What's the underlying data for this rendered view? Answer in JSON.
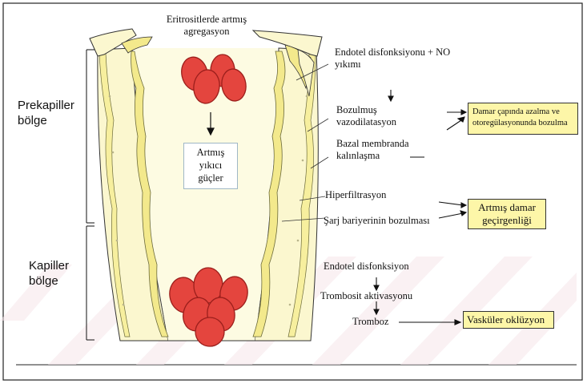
{
  "title": "Eritrositlerde artmış agregasyon",
  "title_lines": [
    "Eritrositlerde artmış",
    "agregasyon"
  ],
  "regions": {
    "prekapiller": [
      "Prekapiller",
      "bölge"
    ],
    "kapiller": [
      "Kapiller",
      "bölge"
    ]
  },
  "center_box": [
    "Artmış",
    "yıkıcı",
    "güçler"
  ],
  "labels": {
    "endotel_no": [
      "Endotel disfonksiyonu + NO",
      "yıkımı"
    ],
    "bozulmus": [
      "Bozulmuş",
      "vazodilatasyon"
    ],
    "bazal": [
      "Bazal membranda",
      "kalınlaşma"
    ],
    "hiperfiltrasyon": "Hiperfiltrasyon",
    "sarj": "Şarj bariyerinin bozulması",
    "endotel_disf": "Endotel disfonksiyon",
    "trombosit": "Trombosit aktivasyonu",
    "tromboz": "Tromboz"
  },
  "outcome_boxes": {
    "damar_capi": [
      "Damar çapında azalma  ve",
      "otoregülasyonunda  bozulma"
    ],
    "gecirgenlik": [
      "Artmış damar",
      "geçirgenliği"
    ],
    "okluzyon": "Vasküler oklüzyon"
  },
  "colors": {
    "wall_fill": "#fbf7cf",
    "lumen_fill": "#fdfbe2",
    "endothelium": "#f3e98c",
    "rbc": "#e4453e",
    "rbc_dark": "#9c1f1c",
    "box_fill": "#fdf6a8",
    "watermark": "#f6e6ea"
  }
}
